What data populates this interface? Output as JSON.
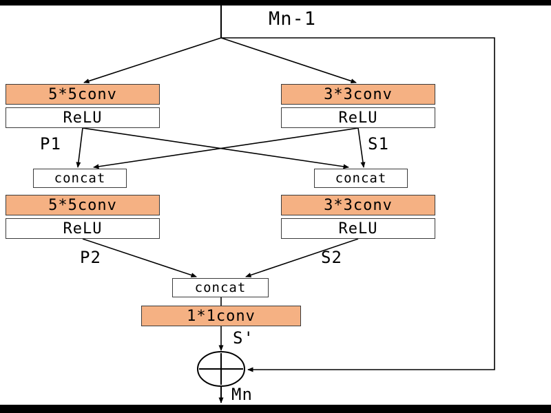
{
  "colors": {
    "conv_fill": "#F5B183",
    "box_border": "#3a3a3a",
    "line": "#000000",
    "background": "#ffffff",
    "letterbox": "#000000"
  },
  "nodes": {
    "conv5_top": "5*5conv",
    "relu_left_top": "ReLU",
    "conv3_top": "3*3conv",
    "relu_right_top": "ReLU",
    "concat_left": "concat",
    "concat_right": "concat",
    "conv5_bottom": "5*5conv",
    "relu_left_bottom": "ReLU",
    "conv3_bottom": "3*3conv",
    "relu_right_bottom": "ReLU",
    "concat_center": "concat",
    "conv1x1": "1*1conv"
  },
  "edge_labels": {
    "input": "Mn-1",
    "p1": "P1",
    "s1": "S1",
    "p2": "P2",
    "s2": "S2",
    "s_prime": "S'",
    "output": "Mn"
  }
}
